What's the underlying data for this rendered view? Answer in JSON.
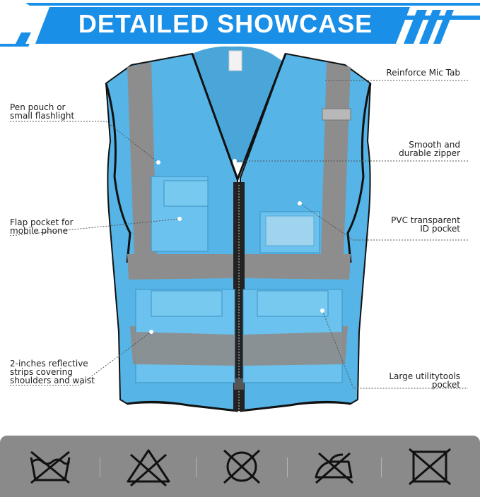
{
  "banner": {
    "title": "DETAILED SHOWCASE"
  },
  "callouts": {
    "pen_pouch": [
      "Pen pouch or",
      "small flashlight"
    ],
    "flap_pocket": [
      "Flap pocket for",
      "mobile phone"
    ],
    "reflective_strips": [
      "2-inches reflective",
      "strips covering",
      "shoulders and waist"
    ],
    "mic_tab": [
      "Reinforce Mic Tab"
    ],
    "zipper": [
      "Smooth and",
      "durable zipper"
    ],
    "id_pocket": [
      "PVC transparent",
      "ID pocket"
    ],
    "utility_pocket": [
      "Large utilitytools",
      "pocket"
    ]
  },
  "care_icons": [
    "do-not-wash-icon",
    "do-not-bleach-icon",
    "do-not-tumble-dry-icon",
    "do-not-iron-icon",
    "do-not-dry-clean-icon"
  ],
  "colors": {
    "banner_blue": "#1a8fe8",
    "vest_blue": "#56b4e6",
    "reflective_gray": "#8d8d8d",
    "care_bar": "#8a8a8a"
  }
}
